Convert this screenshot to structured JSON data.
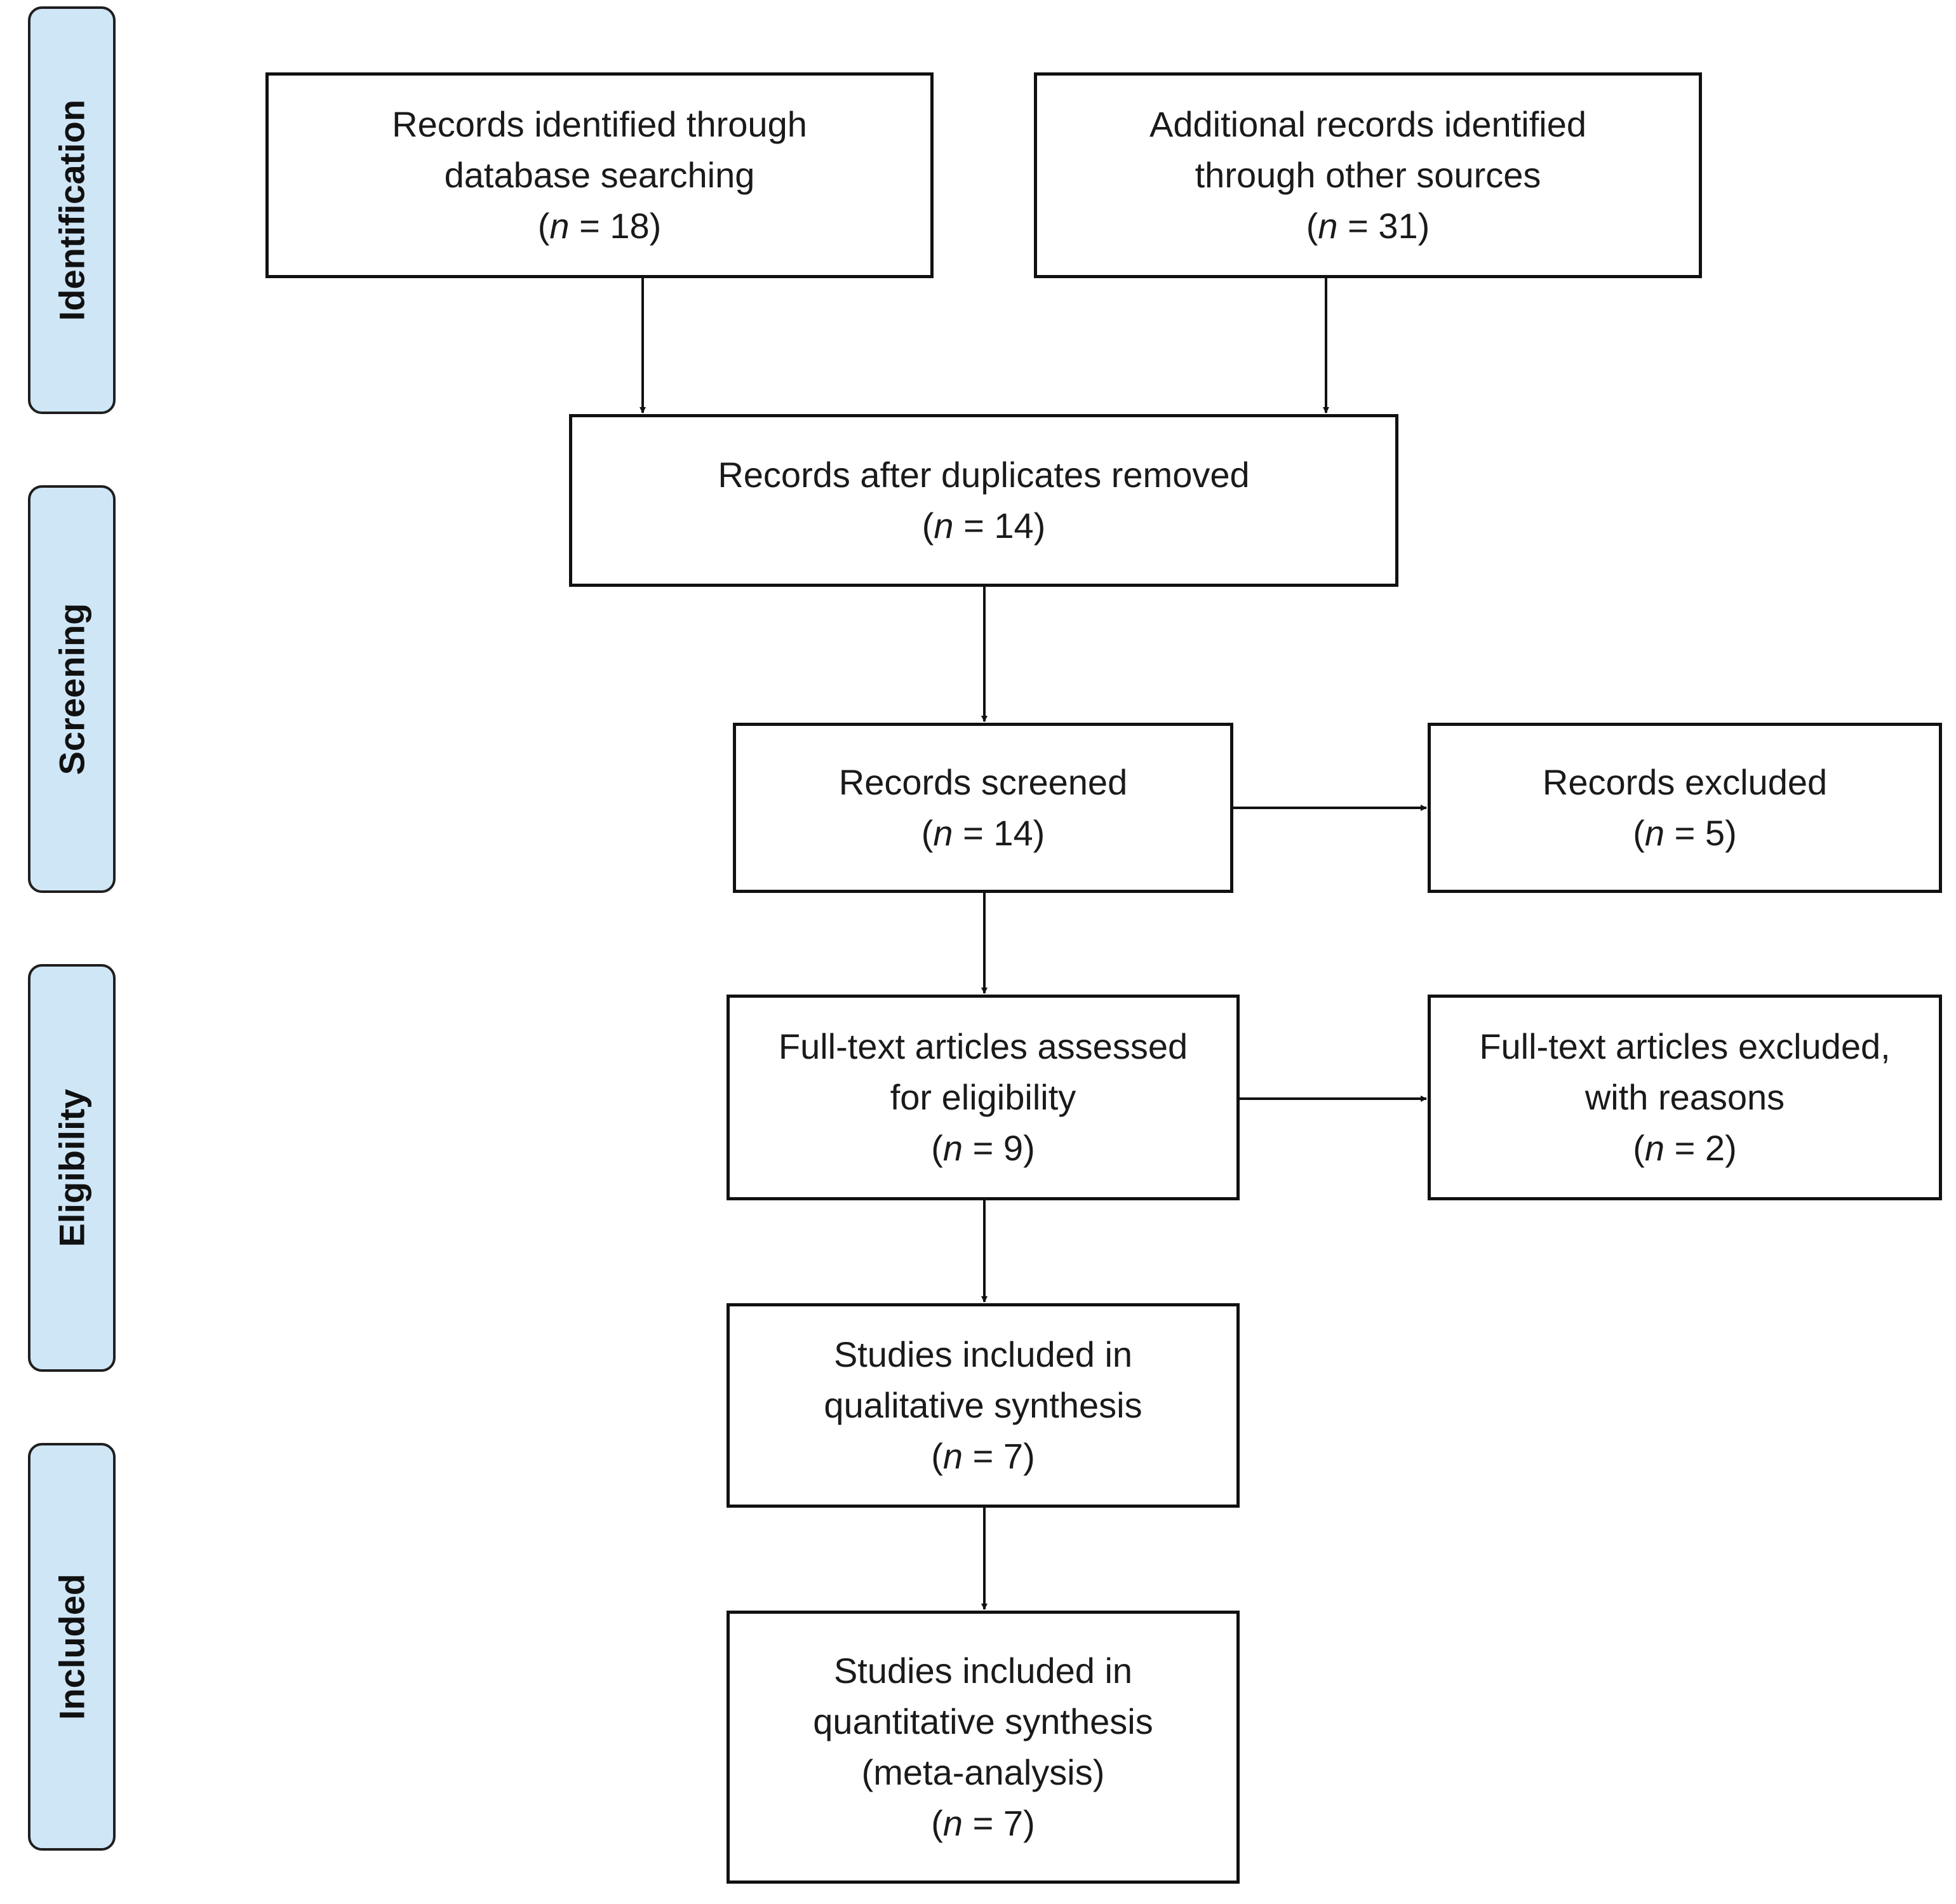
{
  "stages": {
    "identification": "Identification",
    "screening": "Screening",
    "eligibility": "Eligibility",
    "included": "Included"
  },
  "boxes": {
    "database": {
      "lines": [
        "Records identified through",
        "database searching"
      ],
      "n": "18"
    },
    "other_sources": {
      "lines": [
        "Additional records identified",
        "through other sources"
      ],
      "n": "31"
    },
    "after_duplicates": {
      "lines": [
        "Records after duplicates removed"
      ],
      "n": "14"
    },
    "screened": {
      "lines": [
        "Records screened"
      ],
      "n": "14"
    },
    "excluded": {
      "lines": [
        "Records excluded"
      ],
      "n": "5"
    },
    "fulltext_assessed": {
      "lines": [
        "Full-text articles assessed",
        "for eligibility"
      ],
      "n": "9"
    },
    "fulltext_excluded": {
      "lines": [
        "Full-text articles excluded,",
        "with reasons"
      ],
      "n": "2"
    },
    "qualitative": {
      "lines": [
        "Studies included in",
        "qualitative synthesis"
      ],
      "n": "7"
    },
    "quantitative": {
      "lines": [
        "Studies included in",
        "quantitative synthesis",
        "(meta-analysis)"
      ],
      "n": "7"
    }
  },
  "count_prefix": "n",
  "count_equals": " = "
}
